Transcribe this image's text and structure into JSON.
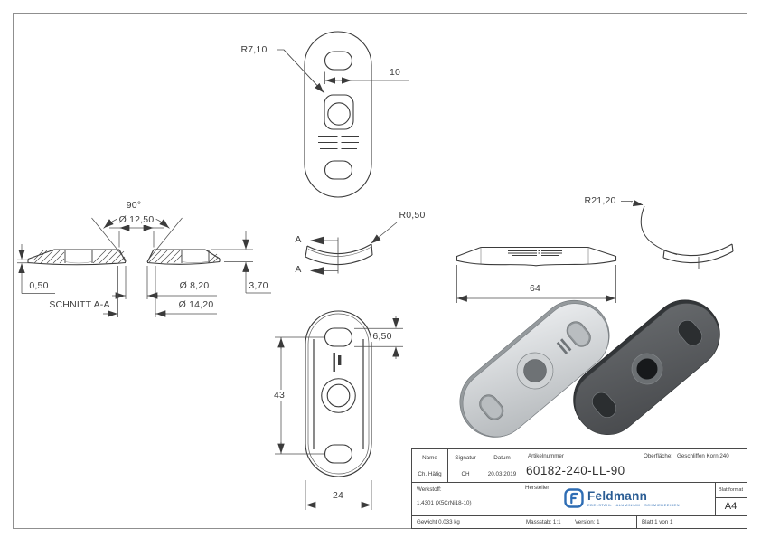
{
  "drawing": {
    "views": {
      "top": {
        "radius_label": "R7,10",
        "slot_width": "10"
      },
      "section": {
        "angle": "90°",
        "dia_countersink": "Ø 12,50",
        "edge_height": "0,50",
        "title": "SCHNITT A-A",
        "dia_hole": "Ø 8,20",
        "dia_outer": "Ø 14,20",
        "thickness": "3,70"
      },
      "detail": {
        "section_mark_top": "A",
        "section_mark_bottom": "A",
        "edge_radius": "R0,50"
      },
      "side": {
        "length": "64",
        "bend_radius": "R21,20"
      },
      "bottom": {
        "slot_height": "6,50",
        "hole_spacing": "43",
        "width": "24"
      }
    }
  },
  "title_block": {
    "name_label": "Name",
    "signature_label": "Signatur",
    "date_label": "Datum",
    "name_value": "Ch. Häfig",
    "signature_value": "CH",
    "date_value": "20.03.2019",
    "article_label": "Artikelnummer",
    "article_number": "60182-240-LL-90",
    "surface_label": "Oberfläche:",
    "surface_value": "Geschliffen Korn 240",
    "material_label": "Werkstoff:",
    "material_value": "1.4301 (X5CrNi18-10)",
    "manufacturer_label": "Hersteller",
    "format_label": "Blattformat",
    "format_value": "A4",
    "weight": "Gewicht 0.033 kg",
    "scale": "Massstab: 1:1",
    "version": "Version: 1",
    "sheet": "Blatt 1 von 1",
    "logo": {
      "brand": "Feldmann",
      "tagline": "EDELSTAHL · ALUMINIUM · SCHMIEDEEISEN",
      "color": "#2e6db4"
    }
  },
  "colors": {
    "line": "#3b3b3b",
    "frame": "#8f8f8f",
    "brand_blue": "#2e6db4"
  }
}
